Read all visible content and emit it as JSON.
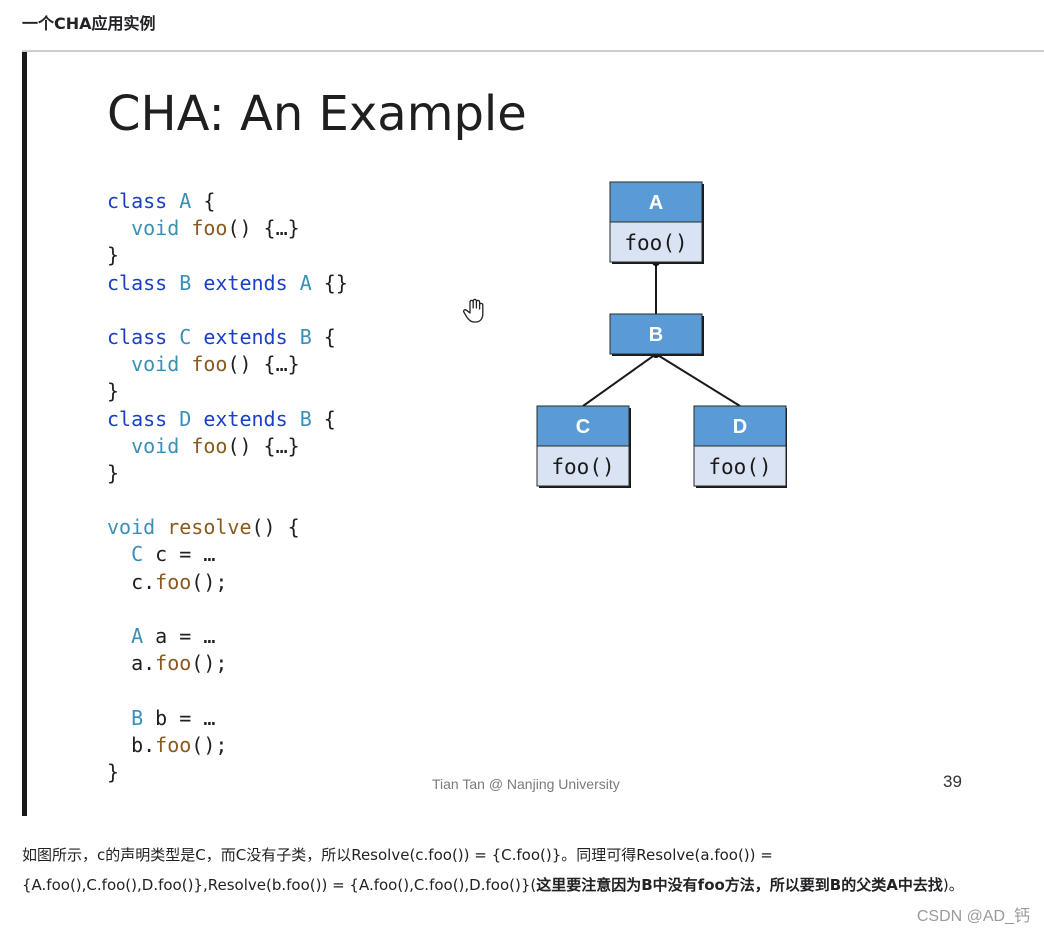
{
  "heading": "一个CHA应用实例",
  "slide": {
    "title": "CHA: An Example",
    "footer": "Tian Tan @ Nanjing University",
    "page_number": "39",
    "code_lines": [
      [
        {
          "t": "class ",
          "c": "kw"
        },
        {
          "t": "A",
          "c": "ty"
        },
        {
          "t": " {",
          "c": "pl"
        }
      ],
      [
        {
          "t": "  ",
          "c": "pl"
        },
        {
          "t": "void",
          "c": "ty"
        },
        {
          "t": " ",
          "c": "pl"
        },
        {
          "t": "foo",
          "c": "fn"
        },
        {
          "t": "() {…}",
          "c": "pl"
        }
      ],
      [
        {
          "t": "}",
          "c": "pl"
        }
      ],
      [
        {
          "t": "class ",
          "c": "kw"
        },
        {
          "t": "B",
          "c": "ty"
        },
        {
          "t": " ",
          "c": "pl"
        },
        {
          "t": "extends",
          "c": "kw"
        },
        {
          "t": " ",
          "c": "pl"
        },
        {
          "t": "A",
          "c": "ty"
        },
        {
          "t": " {}",
          "c": "pl"
        }
      ],
      [
        {
          "t": "",
          "c": "pl"
        }
      ],
      [
        {
          "t": "class ",
          "c": "kw"
        },
        {
          "t": "C",
          "c": "ty"
        },
        {
          "t": " ",
          "c": "pl"
        },
        {
          "t": "extends",
          "c": "kw"
        },
        {
          "t": " ",
          "c": "pl"
        },
        {
          "t": "B",
          "c": "ty"
        },
        {
          "t": " {",
          "c": "pl"
        }
      ],
      [
        {
          "t": "  ",
          "c": "pl"
        },
        {
          "t": "void",
          "c": "ty"
        },
        {
          "t": " ",
          "c": "pl"
        },
        {
          "t": "foo",
          "c": "fn"
        },
        {
          "t": "() {…}",
          "c": "pl"
        }
      ],
      [
        {
          "t": "}",
          "c": "pl"
        }
      ],
      [
        {
          "t": "class ",
          "c": "kw"
        },
        {
          "t": "D",
          "c": "ty"
        },
        {
          "t": " ",
          "c": "pl"
        },
        {
          "t": "extends",
          "c": "kw"
        },
        {
          "t": " ",
          "c": "pl"
        },
        {
          "t": "B",
          "c": "ty"
        },
        {
          "t": " {",
          "c": "pl"
        }
      ],
      [
        {
          "t": "  ",
          "c": "pl"
        },
        {
          "t": "void",
          "c": "ty"
        },
        {
          "t": " ",
          "c": "pl"
        },
        {
          "t": "foo",
          "c": "fn"
        },
        {
          "t": "() {…}",
          "c": "pl"
        }
      ],
      [
        {
          "t": "}",
          "c": "pl"
        }
      ],
      [
        {
          "t": "",
          "c": "pl"
        }
      ],
      [
        {
          "t": "void",
          "c": "ty"
        },
        {
          "t": " ",
          "c": "pl"
        },
        {
          "t": "resolve",
          "c": "fn"
        },
        {
          "t": "() {",
          "c": "pl"
        }
      ],
      [
        {
          "t": "  ",
          "c": "pl"
        },
        {
          "t": "C",
          "c": "ty"
        },
        {
          "t": " c = …",
          "c": "pl"
        }
      ],
      [
        {
          "t": "  c.",
          "c": "pl"
        },
        {
          "t": "foo",
          "c": "fn"
        },
        {
          "t": "();",
          "c": "pl"
        }
      ],
      [
        {
          "t": "",
          "c": "pl"
        }
      ],
      [
        {
          "t": "  ",
          "c": "pl"
        },
        {
          "t": "A",
          "c": "ty"
        },
        {
          "t": " a = …",
          "c": "pl"
        }
      ],
      [
        {
          "t": "  a.",
          "c": "pl"
        },
        {
          "t": "foo",
          "c": "fn"
        },
        {
          "t": "();",
          "c": "pl"
        }
      ],
      [
        {
          "t": "",
          "c": "pl"
        }
      ],
      [
        {
          "t": "  ",
          "c": "pl"
        },
        {
          "t": "B",
          "c": "ty"
        },
        {
          "t": " b = …",
          "c": "pl"
        }
      ],
      [
        {
          "t": "  b.",
          "c": "pl"
        },
        {
          "t": "foo",
          "c": "fn"
        },
        {
          "t": "();",
          "c": "pl"
        }
      ],
      [
        {
          "t": "}",
          "c": "pl"
        }
      ]
    ],
    "diagram": {
      "nodes": [
        {
          "name": "A",
          "method": "foo()"
        },
        {
          "name": "B",
          "method": ""
        },
        {
          "name": "C",
          "method": "foo()"
        },
        {
          "name": "D",
          "method": "foo()"
        }
      ],
      "edges": [
        [
          "A",
          "B"
        ],
        [
          "B",
          "C"
        ],
        [
          "B",
          "D"
        ]
      ],
      "header_color": "#5b9bd5",
      "body_color": "#dae3f3"
    }
  },
  "paragraph": {
    "normal": "如图所示，c的声明类型是C，而C没有子类，所以Resolve(c.foo()) = {C.foo()}。同理可得Resolve(a.foo()) = {A.foo(),C.foo(),D.foo()},Resolve(b.foo()) = {A.foo(),C.foo(),D.foo()}(",
    "bold": "这里要注意因为B中没有foo方法，所以要到B的父类A中去找",
    "tail": ")。"
  },
  "watermark": "CSDN @AD_钙",
  "icons": {
    "cursor": "hand-cursor-icon"
  }
}
